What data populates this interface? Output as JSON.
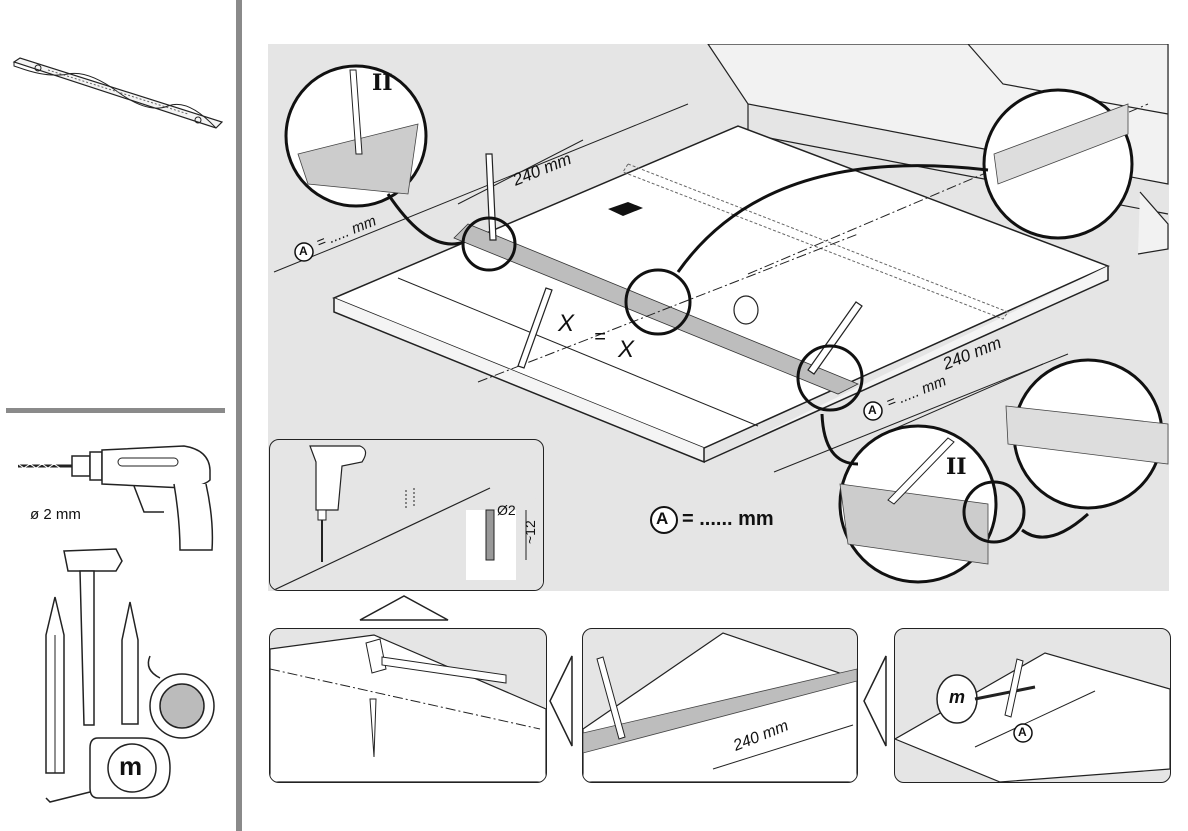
{
  "sidebar": {
    "drill_label": "ø 2 mm",
    "tape_measure_letter": "m"
  },
  "main_diagram": {
    "dim_left": "240 mm",
    "dim_right": "240 mm",
    "a_left": "= ..... mm",
    "a_right": "= ..... mm",
    "circle_letter": "A",
    "roman_left": "II",
    "roman_right": "II",
    "x_left": "X",
    "x_equals": "=",
    "x_right": "X",
    "a_equation": "= ...... mm"
  },
  "drill_detail": {
    "diameter": "Ø2",
    "depth": "~12"
  },
  "steps": {
    "step3_dim": "240 mm",
    "step4_letter": "A",
    "tape_letter": "m"
  }
}
